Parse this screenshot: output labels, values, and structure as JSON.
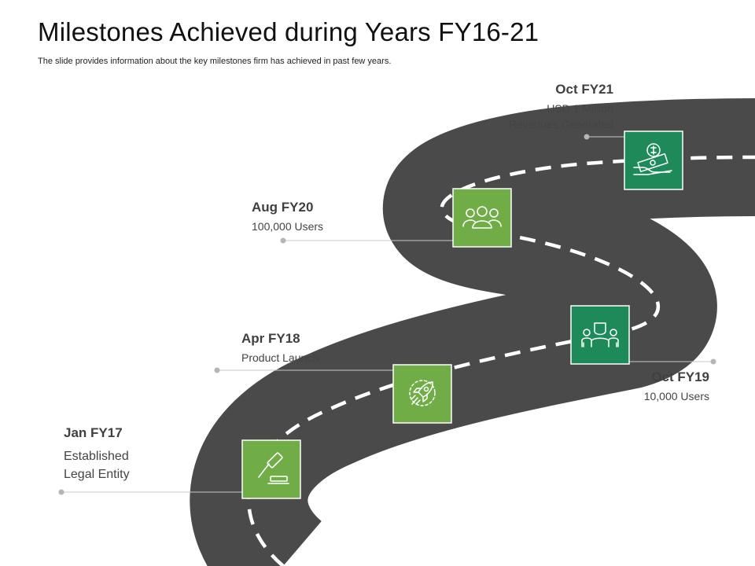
{
  "title": "Milestones Achieved during Years FY16-21",
  "subtitle": "The slide provides information about the key milestones firm has achieved in past few years.",
  "colors": {
    "road": "#4a4a4a",
    "road_marking": "#ffffff",
    "light_green": "#70ad47",
    "dark_green": "#1e8a5a",
    "connector": "#c8c8c8",
    "dot": "#b5b5b5"
  },
  "milestones": [
    {
      "date": "Jan FY17",
      "desc": [
        "Established",
        "Legal Entity"
      ],
      "icon": "gavel-icon"
    },
    {
      "date": "Apr FY18",
      "desc": [
        "Product Launch"
      ],
      "icon": "rocket-icon"
    },
    {
      "date": "Oct FY19",
      "desc": [
        "10,000 Users"
      ],
      "icon": "people-group-icon"
    },
    {
      "date": "Aug FY20",
      "desc": [
        "100,000 Users"
      ],
      "icon": "users-icon"
    },
    {
      "date": "Oct FY21",
      "desc": [
        "USD 1 Million",
        "Revenues Generated"
      ],
      "icon": "money-hand-icon"
    }
  ]
}
